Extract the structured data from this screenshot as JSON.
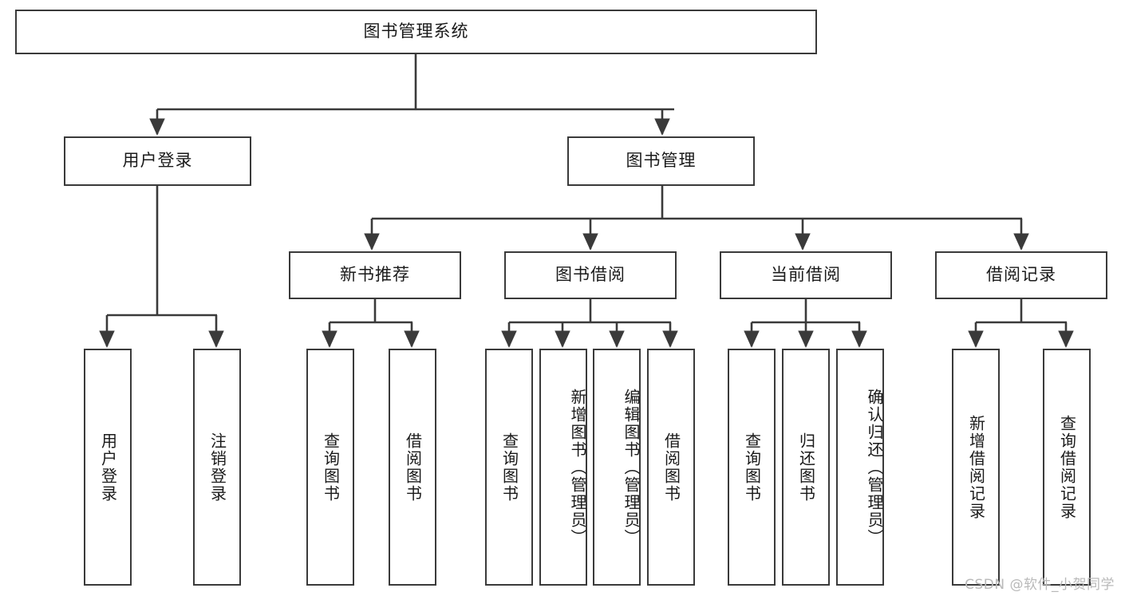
{
  "diagram": {
    "type": "tree-hierarchy-chart",
    "title": "图书管理系统",
    "colors": {
      "box_stroke": "#3a3a3a",
      "box_fill": "#ffffff",
      "edge": "#3a3a3a",
      "text": "#1a1a1a",
      "watermark": "#b9b9b9",
      "background": "#ffffff"
    },
    "levels": {
      "level1": [
        "图书管理系统"
      ],
      "level2": [
        "用户登录",
        "图书管理"
      ],
      "level3": [
        "新书推荐",
        "图书借阅",
        "当前借阅",
        "借阅记录"
      ],
      "level4": [
        "用户登录",
        "注销登录",
        "查询图书",
        "借阅图书",
        "查询图书",
        "新增图书（管理员）",
        "编辑图书（管理员）",
        "借阅图书",
        "查询图书",
        "归还图书",
        "确认归还（管理员）",
        "新增借阅记录",
        "查询借阅记录"
      ]
    },
    "nodes": {
      "root": {
        "label": "图书管理系统"
      },
      "user_login": {
        "label": "用户登录"
      },
      "book_manage": {
        "label": "图书管理"
      },
      "new_book_rec": {
        "label": "新书推荐"
      },
      "book_borrow": {
        "label": "图书借阅"
      },
      "current_borrow": {
        "label": "当前借阅"
      },
      "borrow_record": {
        "label": "借阅记录"
      },
      "leaf_user_login": {
        "label": "用户登录"
      },
      "leaf_logout": {
        "label": "注销登录"
      },
      "leaf_query_book_1": {
        "label": "查询图书"
      },
      "leaf_borrow_book_1": {
        "label": "借阅图书"
      },
      "leaf_query_book_2": {
        "label": "查询图书"
      },
      "leaf_add_book": {
        "label": "新增图书（管理员）"
      },
      "leaf_edit_book": {
        "label": "编辑图书（管理员）"
      },
      "leaf_borrow_book_2": {
        "label": "借阅图书"
      },
      "leaf_query_book_3": {
        "label": "查询图书"
      },
      "leaf_return_book": {
        "label": "归还图书"
      },
      "leaf_confirm_return": {
        "label": "确认归还（管理员）"
      },
      "leaf_add_record": {
        "label": "新增借阅记录"
      },
      "leaf_query_record": {
        "label": "查询借阅记录"
      }
    },
    "edges": [
      {
        "from": "root",
        "to": "user_login"
      },
      {
        "from": "root",
        "to": "book_manage"
      },
      {
        "from": "user_login",
        "to": "leaf_user_login"
      },
      {
        "from": "user_login",
        "to": "leaf_logout"
      },
      {
        "from": "book_manage",
        "to": "new_book_rec"
      },
      {
        "from": "book_manage",
        "to": "book_borrow"
      },
      {
        "from": "book_manage",
        "to": "current_borrow"
      },
      {
        "from": "book_manage",
        "to": "borrow_record"
      },
      {
        "from": "new_book_rec",
        "to": "leaf_query_book_1"
      },
      {
        "from": "new_book_rec",
        "to": "leaf_borrow_book_1"
      },
      {
        "from": "book_borrow",
        "to": "leaf_query_book_2"
      },
      {
        "from": "book_borrow",
        "to": "leaf_add_book"
      },
      {
        "from": "book_borrow",
        "to": "leaf_edit_book"
      },
      {
        "from": "book_borrow",
        "to": "leaf_borrow_book_2"
      },
      {
        "from": "current_borrow",
        "to": "leaf_query_book_3"
      },
      {
        "from": "current_borrow",
        "to": "leaf_return_book"
      },
      {
        "from": "current_borrow",
        "to": "leaf_confirm_return"
      },
      {
        "from": "borrow_record",
        "to": "leaf_add_record"
      },
      {
        "from": "borrow_record",
        "to": "leaf_query_record"
      }
    ]
  },
  "watermark": {
    "text": "CSDN @软件_小贺同学"
  }
}
